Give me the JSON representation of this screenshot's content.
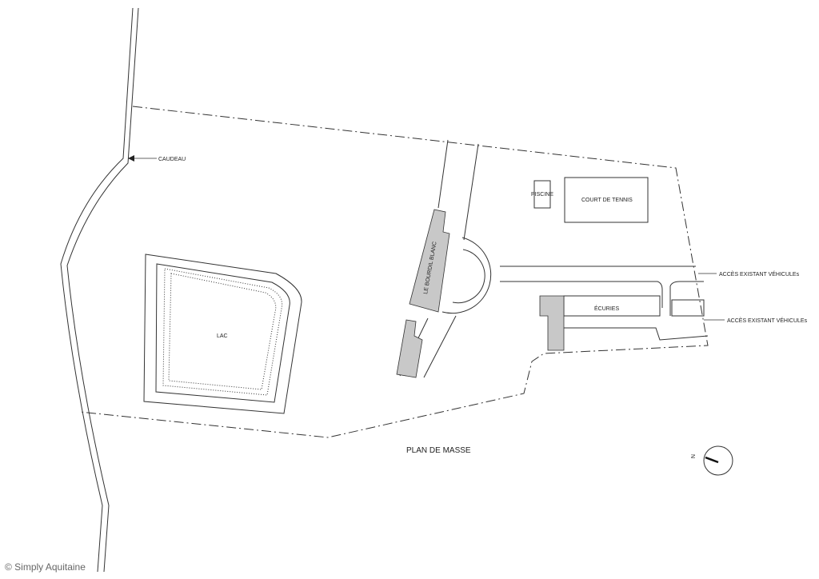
{
  "title": "PLAN DE MASSE",
  "labels": {
    "road": "CAUDEAU",
    "pool": "PISCINE",
    "tennis": "COURT DE TENNIS",
    "house": "LE BOURDIL BLANC",
    "lake": "LAC",
    "stables": "ÉCURIES",
    "access_1": "ACCÈS EXISTANT VÉHICULEs",
    "access_2": "ACCÈS EXISTANT VÉHICULEs",
    "north": "N"
  },
  "copyright": "© Simply Aquitaine",
  "colors": {
    "line": "#333333",
    "building_fill": "#c8c8c8"
  }
}
